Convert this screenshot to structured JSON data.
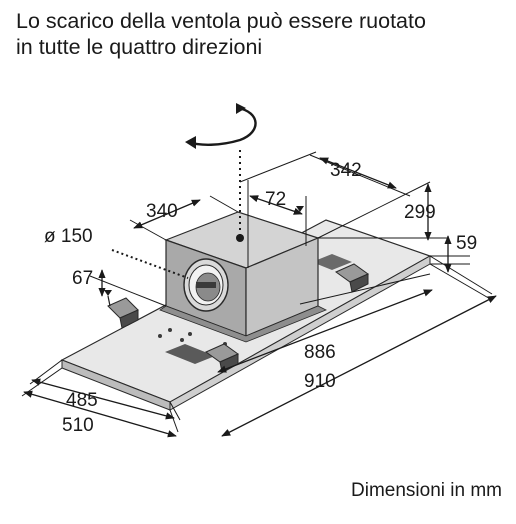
{
  "caption": {
    "line1": "Lo scarico della ventola può essere ruotato",
    "line2": "in tutte le quattro direzioni"
  },
  "units_note": "Dimensioni in mm",
  "dimensions": {
    "d342": "342",
    "d340": "340",
    "d72": "72",
    "d299": "299",
    "d150": "ø 150",
    "d59": "59",
    "d67": "67",
    "d886": "886",
    "d910": "910",
    "d485": "485",
    "d510": "510"
  }
}
